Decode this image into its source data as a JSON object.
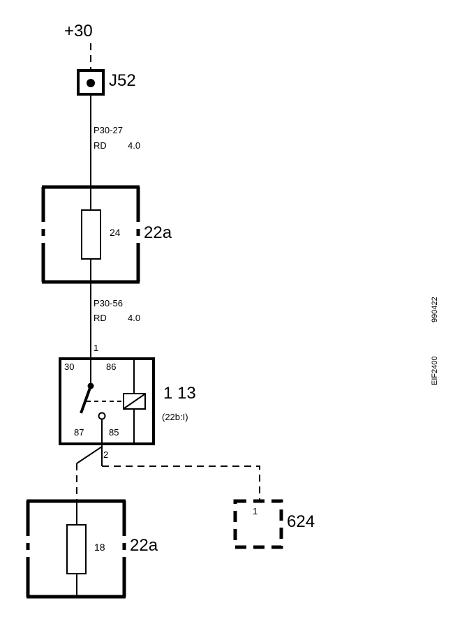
{
  "supply": {
    "label": "+30"
  },
  "connector_j52": {
    "label": "J52"
  },
  "wire_top": {
    "code": "P30-27",
    "color": "RD",
    "size": "4.0"
  },
  "fusebox_top": {
    "fuse_number": "24",
    "label": "22a"
  },
  "wire_middle": {
    "code": "P30-56",
    "color": "RD",
    "size": "4.0"
  },
  "relay": {
    "pin_in": "1",
    "label": "1 13",
    "sublabel": "(22b:I)",
    "terminal_30": "30",
    "terminal_86": "86",
    "terminal_87": "87",
    "terminal_85": "85",
    "pin_out": "2"
  },
  "fusebox_bottom": {
    "fuse_number": "18",
    "label": "22a"
  },
  "component_624": {
    "pin": "1",
    "label": "624"
  },
  "side_codes": {
    "ref": "990422",
    "id": "EIF2400"
  }
}
